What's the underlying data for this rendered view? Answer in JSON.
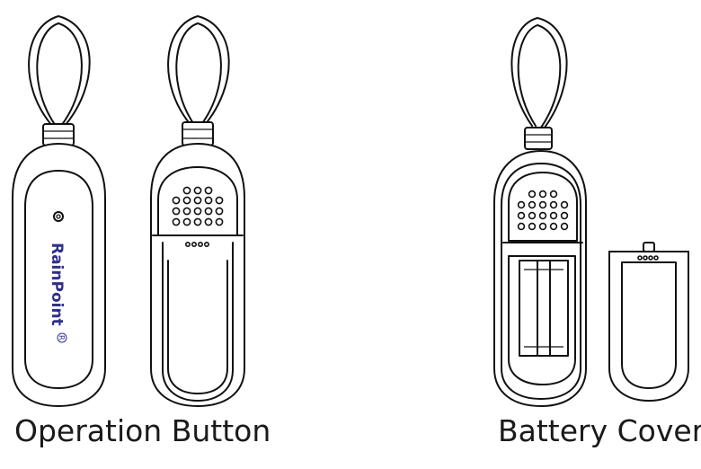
{
  "labels": {
    "left_caption": "Operation Button",
    "right_caption": "Battery Cover"
  },
  "brand": {
    "logo_text": "RainPoint",
    "registered_mark": "R",
    "color": "#2f2f8a"
  },
  "colors": {
    "line": "#111111",
    "background": "#ffffff"
  }
}
